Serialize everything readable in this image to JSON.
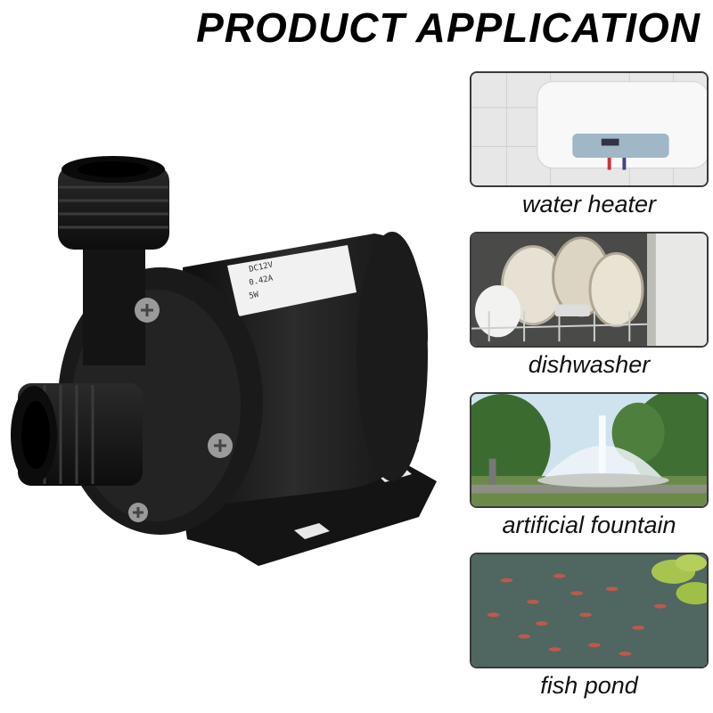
{
  "title": "PRODUCT APPLICATION",
  "applications": [
    {
      "label": "water heater",
      "icon": "water-heater-image"
    },
    {
      "label": "dishwasher",
      "icon": "dishwasher-image"
    },
    {
      "label": "artificial fountain",
      "icon": "fountain-image"
    },
    {
      "label": "fish pond",
      "icon": "fish-pond-image"
    }
  ],
  "colors": {
    "background": "#ffffff",
    "text": "#000000",
    "card_border": "#3a3a3a",
    "pump_body": "#1e1e1e"
  }
}
